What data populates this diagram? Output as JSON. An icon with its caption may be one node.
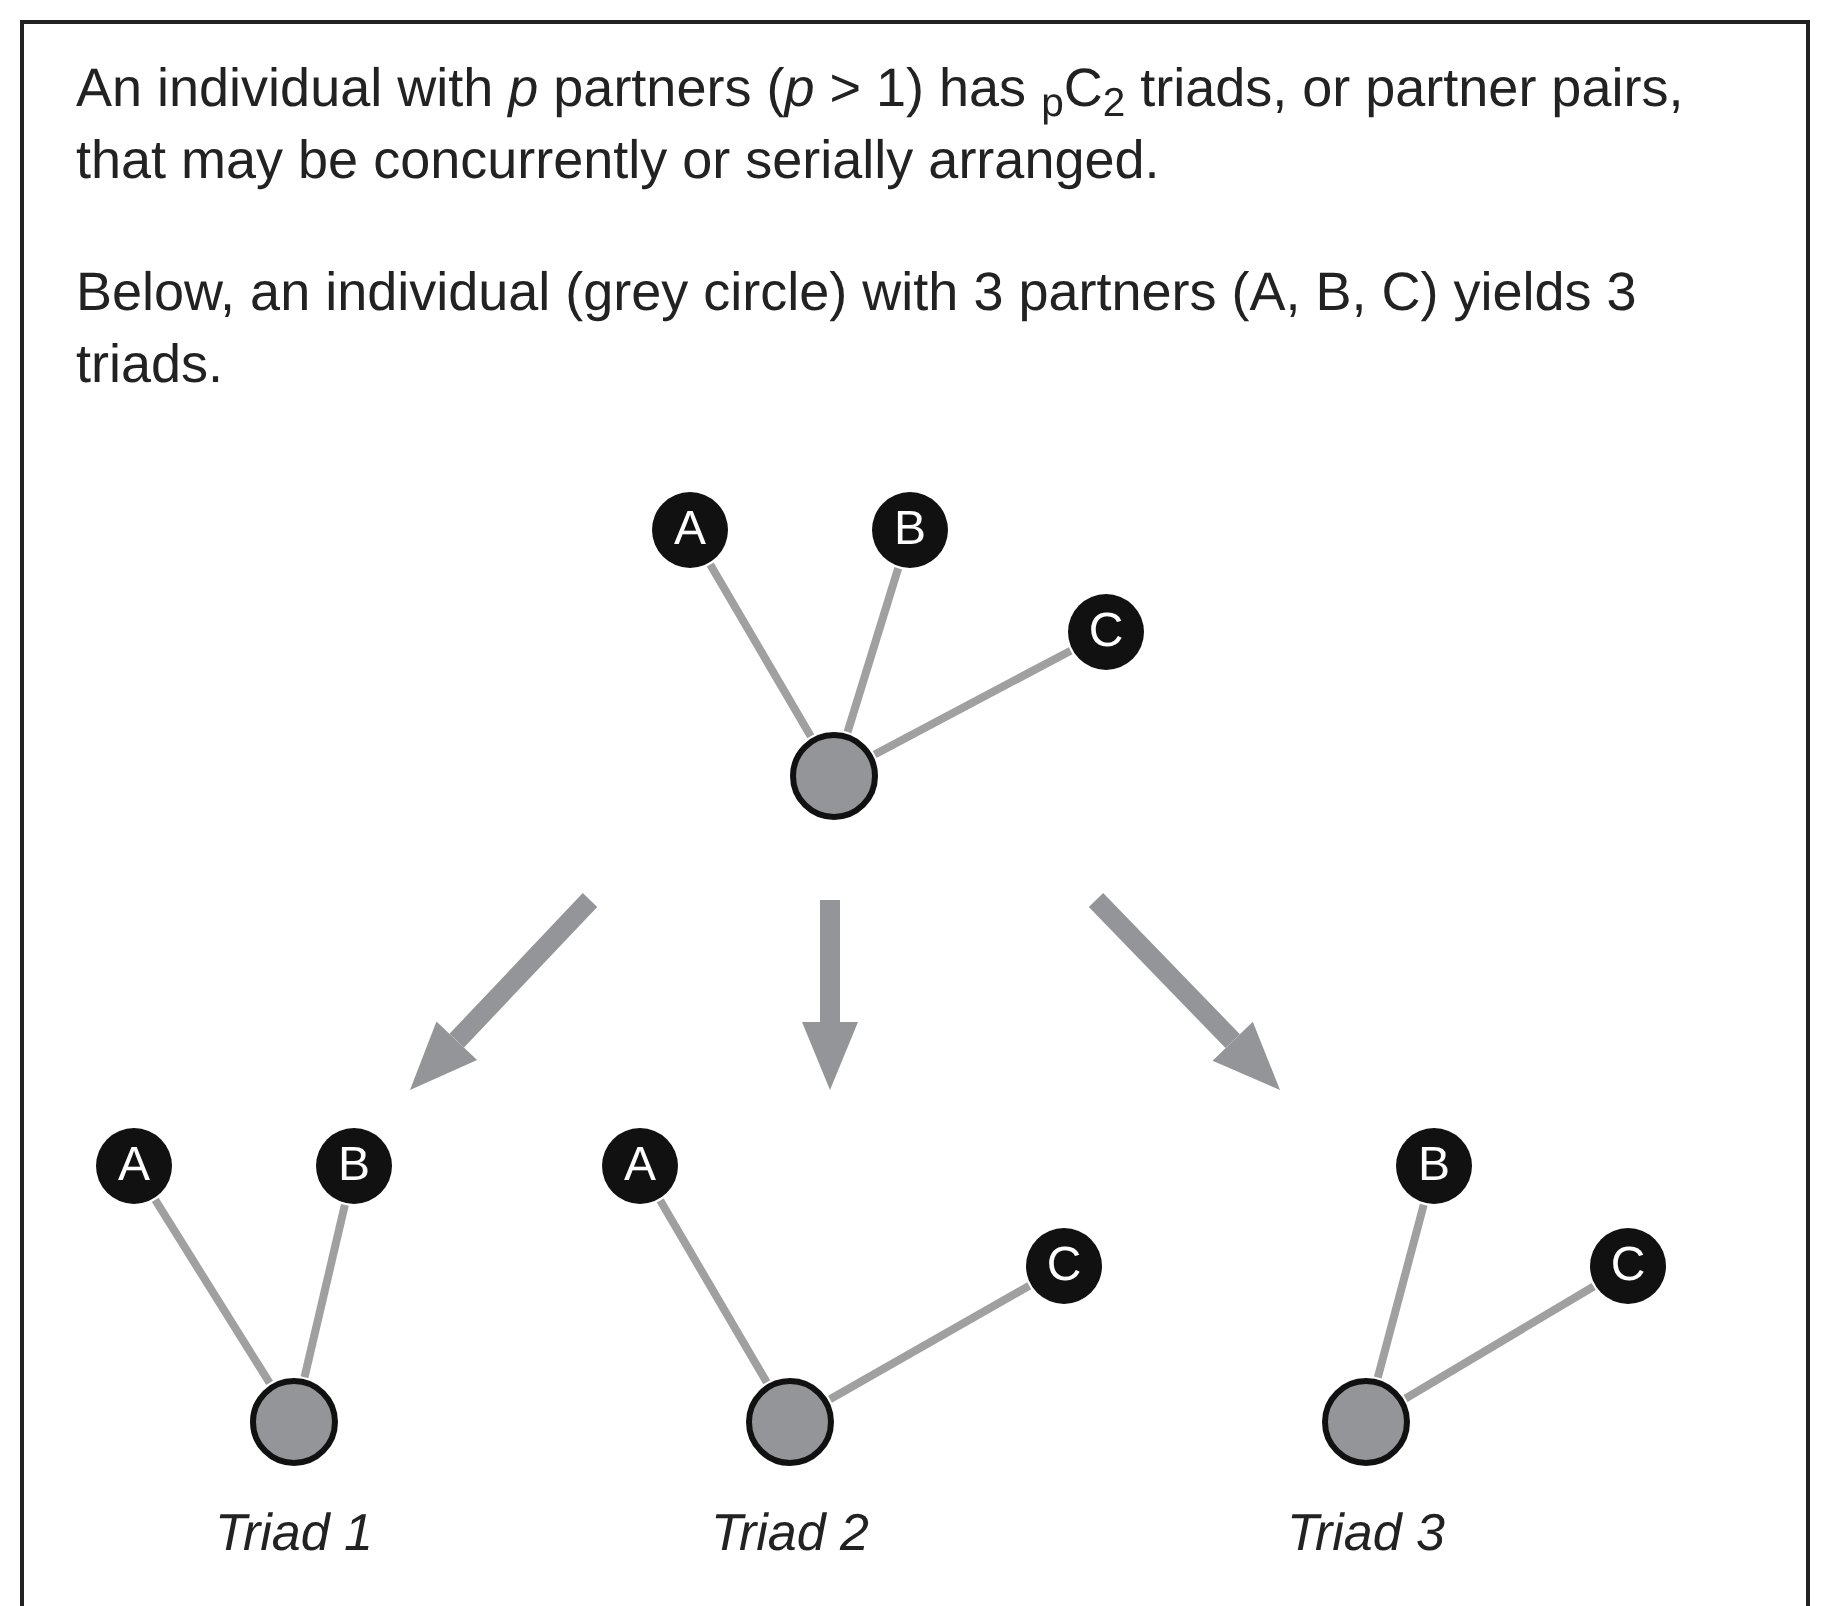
{
  "diagram": {
    "nodes": [
      {
        "text": [
          "A"
        ]
      },
      {
        "text": [
          "B"
        ]
      },
      {
        "text": [
          "C"
        ]
      },
      {
        "text": [],
        "shape": "circle"
      },
      {
        "text": [
          "A"
        ]
      },
      {
        "text": [
          "B"
        ]
      },
      {
        "text": [],
        "shape": "circle",
        "beside": [
          "Triad 1"
        ]
      },
      {
        "text": [
          "A"
        ]
      },
      {
        "text": [
          "C"
        ]
      },
      {
        "text": [],
        "shape": "circle",
        "beside": [
          "Triad 2"
        ]
      },
      {
        "text": [
          "B"
        ]
      },
      {
        "text": [
          "C"
        ]
      },
      {
        "text": [],
        "shape": "circle",
        "beside": [
          "Triad 3"
        ]
      }
    ],
    "edges": [
      {
        "from": 0,
        "to": 3,
        "arrow": "none"
      },
      {
        "from": 1,
        "to": 3,
        "arrow": "none"
      },
      {
        "from": 2,
        "to": 3,
        "arrow": "none"
      },
      {
        "from": 4,
        "to": 6,
        "arrow": "none"
      },
      {
        "from": 5,
        "to": 6,
        "arrow": "none"
      },
      {
        "from": 7,
        "to": 9,
        "arrow": "none"
      },
      {
        "from": 8,
        "to": 9,
        "arrow": "none"
      },
      {
        "from": 10,
        "to": 12,
        "arrow": "none"
      },
      {
        "from": 11,
        "to": 12,
        "arrow": "none"
      }
    ],
    "labels": [
      "An individual with *p* partners (*p* > 1) has $_{p}$C$_{2}$ triads, or partner pairs, that may be concurrently or serially arranged.",
      "Below, an individual (grey circle) with 3 partners (A, B, C) yields 3 triads."
    ]
  }
}
